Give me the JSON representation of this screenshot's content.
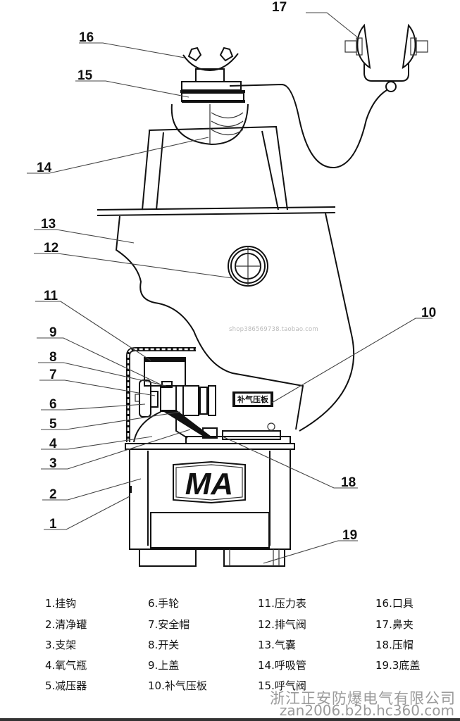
{
  "diagram": {
    "title": "",
    "callouts": [
      {
        "num": "1",
        "name": "callout-1"
      },
      {
        "num": "2",
        "name": "callout-2"
      },
      {
        "num": "3",
        "name": "callout-3"
      },
      {
        "num": "4",
        "name": "callout-4"
      },
      {
        "num": "5",
        "name": "callout-5"
      },
      {
        "num": "6",
        "name": "callout-6"
      },
      {
        "num": "7",
        "name": "callout-7"
      },
      {
        "num": "8",
        "name": "callout-8"
      },
      {
        "num": "9",
        "name": "callout-9"
      },
      {
        "num": "10",
        "name": "callout-10"
      },
      {
        "num": "11",
        "name": "callout-11"
      },
      {
        "num": "12",
        "name": "callout-12"
      },
      {
        "num": "13",
        "name": "callout-13"
      },
      {
        "num": "14",
        "name": "callout-14"
      },
      {
        "num": "15",
        "name": "callout-15"
      },
      {
        "num": "16",
        "name": "callout-16"
      },
      {
        "num": "17",
        "name": "callout-17"
      },
      {
        "num": "18",
        "name": "callout-18"
      },
      {
        "num": "19",
        "name": "callout-19"
      }
    ],
    "sign_label": "补气压板",
    "device_logo": "MA"
  },
  "legend": [
    {
      "label": "1.挂钩"
    },
    {
      "label": "2.清净罐"
    },
    {
      "label": "3.支架"
    },
    {
      "label": "4.氧气瓶"
    },
    {
      "label": "5.减压器"
    },
    {
      "label": "6.手轮"
    },
    {
      "label": "7.安全帽"
    },
    {
      "label": "8.开关"
    },
    {
      "label": "9.上盖"
    },
    {
      "label": "10.补气压板"
    },
    {
      "label": "11.压力表"
    },
    {
      "label": "12.排气阀"
    },
    {
      "label": "13.气囊"
    },
    {
      "label": "14.呼吸管"
    },
    {
      "label": "15.呼气阀"
    },
    {
      "label": "16.口具"
    },
    {
      "label": "17.鼻夹"
    },
    {
      "label": "18.压帽"
    },
    {
      "label": "19.3底盖"
    }
  ],
  "watermarks": {
    "shop": "shop386569738.taobao.com",
    "company": "浙江正安防爆电气有限公司",
    "url": "zan2006.b2b.hc360.com"
  }
}
